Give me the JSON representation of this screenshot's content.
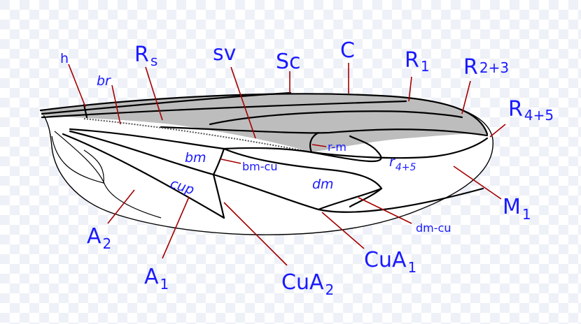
{
  "colors": {
    "label": "#1a1aff",
    "leader": "#a40000",
    "vein": "#000000",
    "shade": "#bdbdbd",
    "membrane": "#ffffff"
  },
  "labels": {
    "h": "h",
    "br": "br",
    "rs_main": "R",
    "rs_sub": "s",
    "sv": "sv",
    "sc": "Sc",
    "c": "C",
    "r1_main": "R",
    "r1_sub": "1",
    "r23_main": "R",
    "r23_sub": "2+3",
    "r45_main": "R",
    "r45_sub": "4+5",
    "rm": "r-m",
    "r45_cell_main": "r",
    "r45_cell_sub": "4+5",
    "bm": "bm",
    "bmcu": "bm-cu",
    "cup": "cup",
    "dm": "dm",
    "m1_main": "M",
    "m1_sub": "1",
    "dmcu": "dm-cu",
    "cua1_main": "CuA",
    "cua1_sub": "1",
    "cua2_main": "CuA",
    "cua2_sub": "2",
    "a1_main": "A",
    "a1_sub": "1",
    "a2_main": "A",
    "a2_sub": "2"
  }
}
